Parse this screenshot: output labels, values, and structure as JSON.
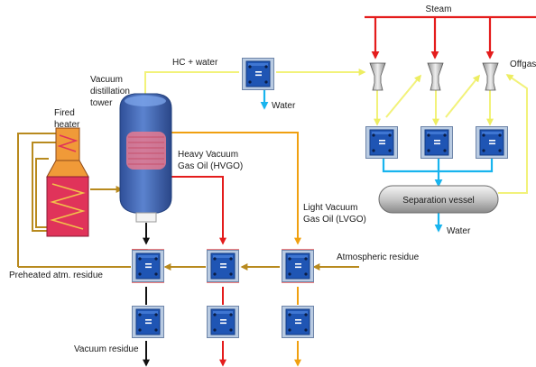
{
  "labels": {
    "steam": "Steam",
    "offgas": "Offgas",
    "hc_water": "HC + water",
    "water_top": "Water",
    "water_bottom": "Water",
    "vacuum_tower": [
      "Vacuum",
      "distillation",
      "tower"
    ],
    "fired_heater": [
      "Fired",
      "heater"
    ],
    "hvgo": [
      "Heavy Vacuum",
      "Gas Oil (HVGO)"
    ],
    "lvgo": [
      "Light Vacuum",
      "Gas Oil (LVGO)"
    ],
    "separation_vessel": "Separation vessel",
    "atmospheric_residue": "Atmospheric residue",
    "preheated_residue": "Preheated atm. residue",
    "vacuum_residue": "Vacuum residue"
  },
  "colors": {
    "steam": "#e41c1c",
    "hvgo": "#e41c1c",
    "lvgo": "#f0a010",
    "residue": "#b88a1e",
    "vapor": "#f2f27a",
    "water": "#18b4ee",
    "vacuum_residue": "#111111",
    "exchanger": "#1f55b4",
    "tower": "#3a5ea8",
    "tower_heat": "#e87a90",
    "heater": "#e0335a"
  },
  "icons": {
    "exchanger": "plate-heat-exchanger-icon",
    "ejector": "steam-ejector-icon",
    "heater": "fired-heater-icon",
    "vessel": "separation-vessel-icon",
    "tower": "vacuum-tower-icon"
  }
}
